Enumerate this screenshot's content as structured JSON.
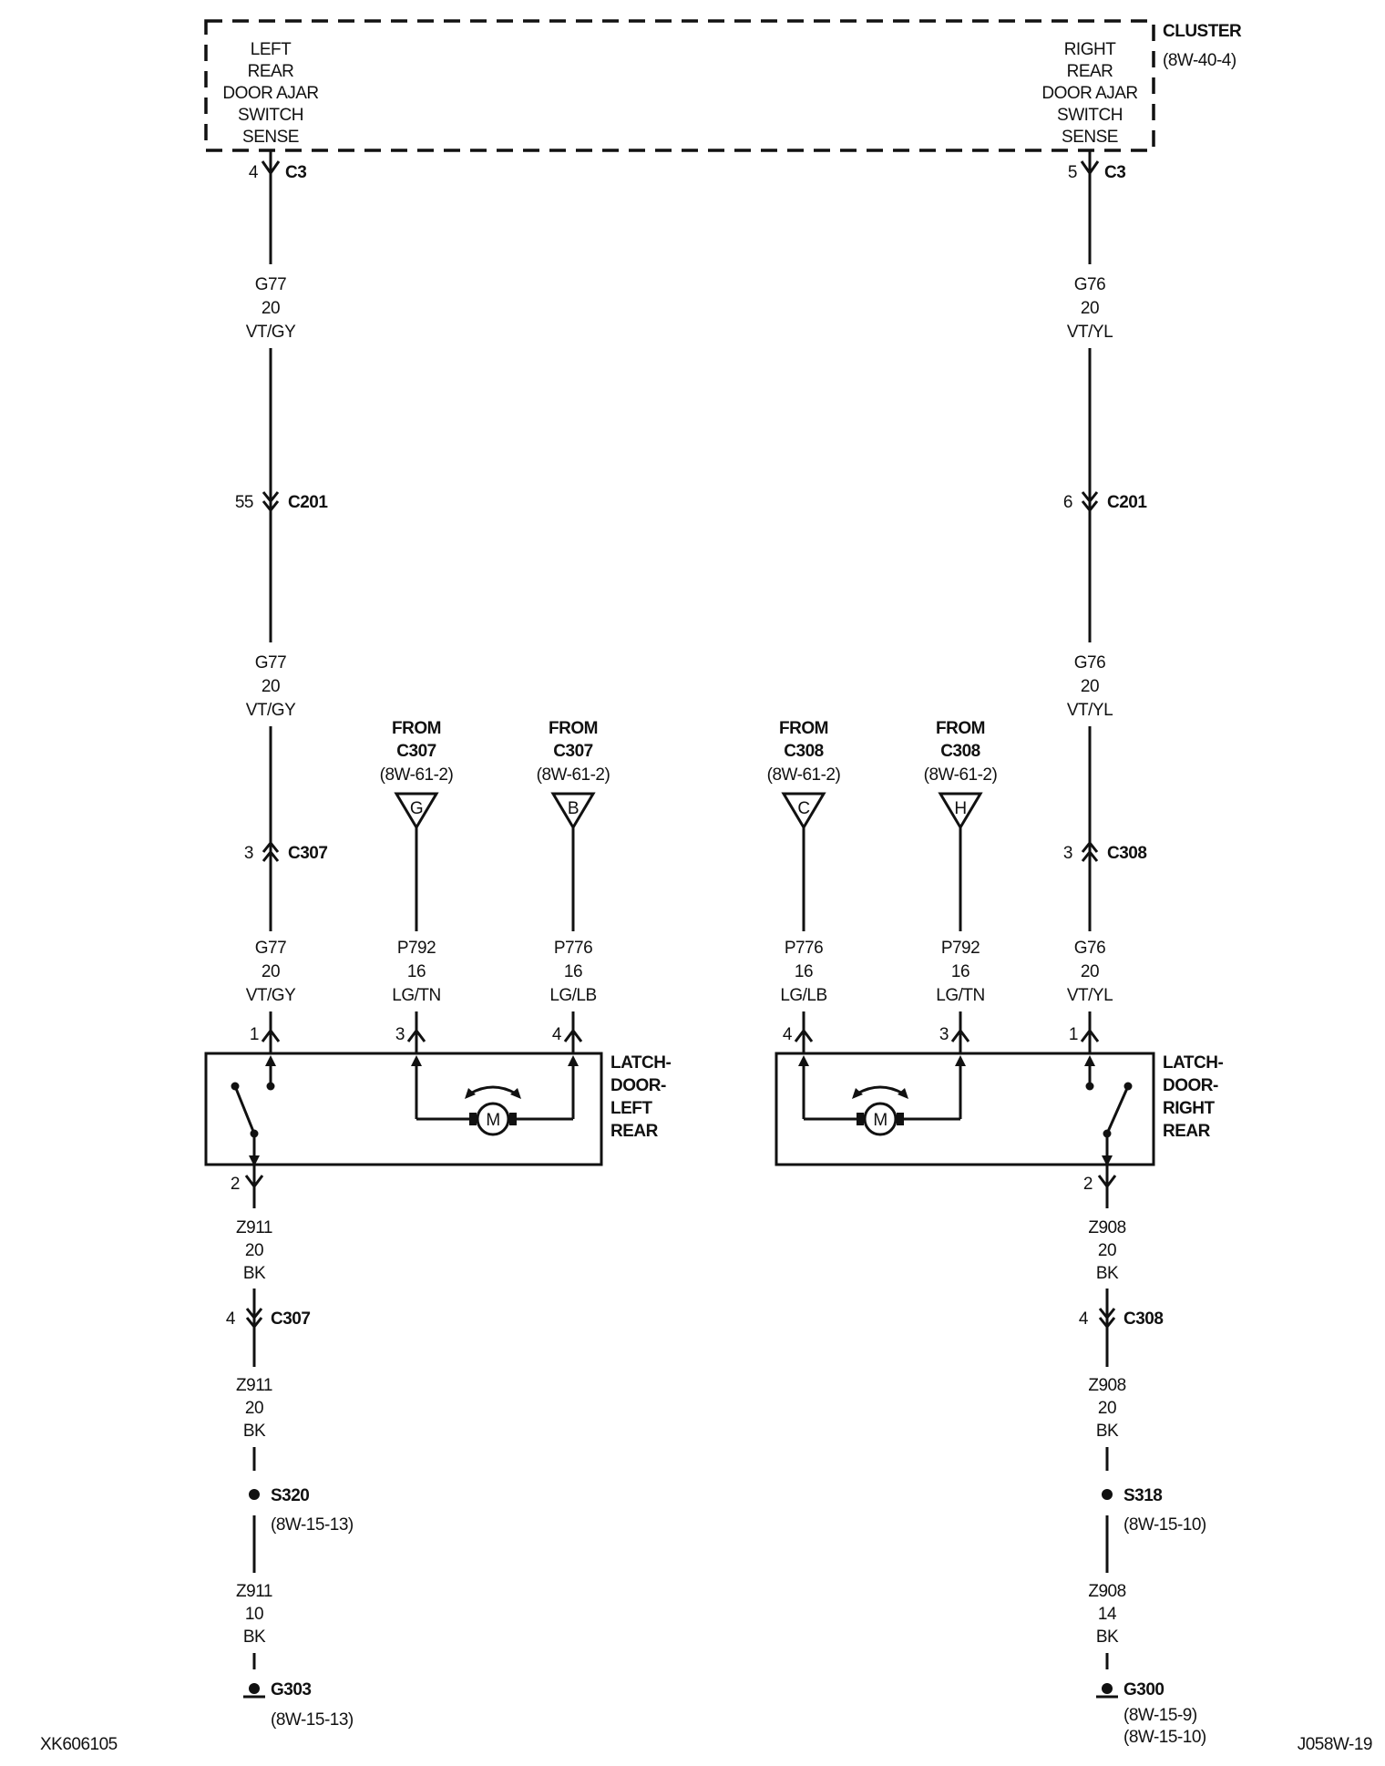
{
  "cluster": {
    "name": "CLUSTER",
    "ref": "(8W-40-4)",
    "left_sense": [
      "LEFT",
      "REAR",
      "DOOR AJAR",
      "SWITCH",
      "SENSE"
    ],
    "right_sense": [
      "RIGHT",
      "REAR",
      "DOOR AJAR",
      "SWITCH",
      "SENSE"
    ]
  },
  "connectors": {
    "c3_left": {
      "pin": "4",
      "name": "C3"
    },
    "c3_right": {
      "pin": "5",
      "name": "C3"
    },
    "c201_left": {
      "pin": "55",
      "name": "C201"
    },
    "c201_right": {
      "pin": "6",
      "name": "C201"
    },
    "c307_left": {
      "pin": "3",
      "name": "C307"
    },
    "c308_right": {
      "pin": "3",
      "name": "C308"
    },
    "c307_ground": {
      "pin": "4",
      "name": "C307"
    },
    "c308_ground": {
      "pin": "4",
      "name": "C308"
    }
  },
  "wires": {
    "g77": [
      "G77",
      "20",
      "VT/GY"
    ],
    "g76": [
      "G76",
      "20",
      "VT/YL"
    ],
    "p792": [
      "P792",
      "16",
      "LG/TN"
    ],
    "p776": [
      "P776",
      "16",
      "LG/LB"
    ],
    "z911": [
      "Z911",
      "20",
      "BK"
    ],
    "z911_10": [
      "Z911",
      "10",
      "BK"
    ],
    "z908": [
      "Z908",
      "20",
      "BK"
    ],
    "z908_14": [
      "Z908",
      "14",
      "BK"
    ]
  },
  "from_sources": {
    "from_word": "FROM",
    "g": {
      "conn": "C307",
      "ref": "(8W-61-2)",
      "letter": "G"
    },
    "b": {
      "conn": "C307",
      "ref": "(8W-61-2)",
      "letter": "B"
    },
    "c": {
      "conn": "C308",
      "ref": "(8W-61-2)",
      "letter": "C"
    },
    "h": {
      "conn": "C308",
      "ref": "(8W-61-2)",
      "letter": "H"
    }
  },
  "latches": {
    "left": {
      "label": [
        "LATCH-",
        "DOOR-",
        "LEFT",
        "REAR"
      ],
      "pins": {
        "p1": "1",
        "p3": "3",
        "p4": "4",
        "p2": "2"
      }
    },
    "right": {
      "label": [
        "LATCH-",
        "DOOR-",
        "RIGHT",
        "REAR"
      ],
      "pins": {
        "p4": "4",
        "p3": "3",
        "p1": "1",
        "p2": "2"
      }
    },
    "motor_letter": "M"
  },
  "splices": {
    "s320": {
      "name": "S320",
      "ref": "(8W-15-13)"
    },
    "s318": {
      "name": "S318",
      "ref": "(8W-15-10)"
    }
  },
  "grounds": {
    "g303": {
      "name": "G303",
      "ref": "(8W-15-13)"
    },
    "g300": {
      "name": "G300",
      "ref1": "(8W-15-9)",
      "ref2": "(8W-15-10)"
    }
  },
  "footer": {
    "left_code": "XK606105",
    "right_code": "J058W-19"
  }
}
